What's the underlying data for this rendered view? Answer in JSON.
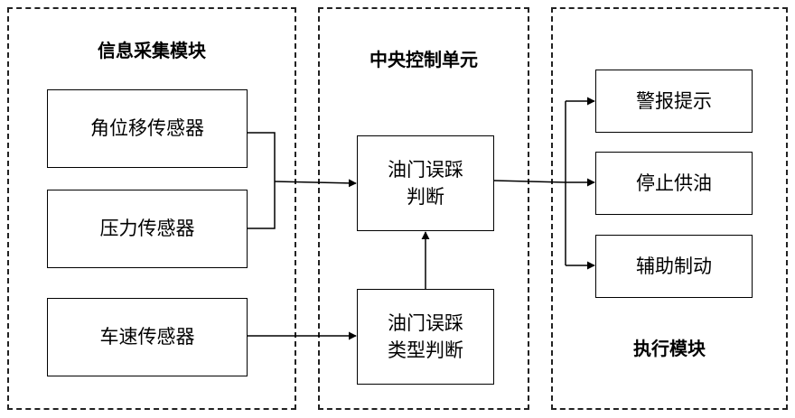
{
  "groups": {
    "acquisition": {
      "title": "信息采集模块"
    },
    "control": {
      "title": "中央控制单元"
    },
    "execution": {
      "title": "执行模块"
    }
  },
  "nodes": {
    "angle_sensor": "角位移传感器",
    "pressure_sensor": "压力传感器",
    "speed_sensor": "车速传感器",
    "misstep_judge_line1": "油门误踩",
    "misstep_judge_line2": "判断",
    "type_judge_line1": "油门误踩",
    "type_judge_line2": "类型判断",
    "alarm": "警报提示",
    "stop_fuel": "停止供油",
    "assist_brake": "辅助制动"
  }
}
